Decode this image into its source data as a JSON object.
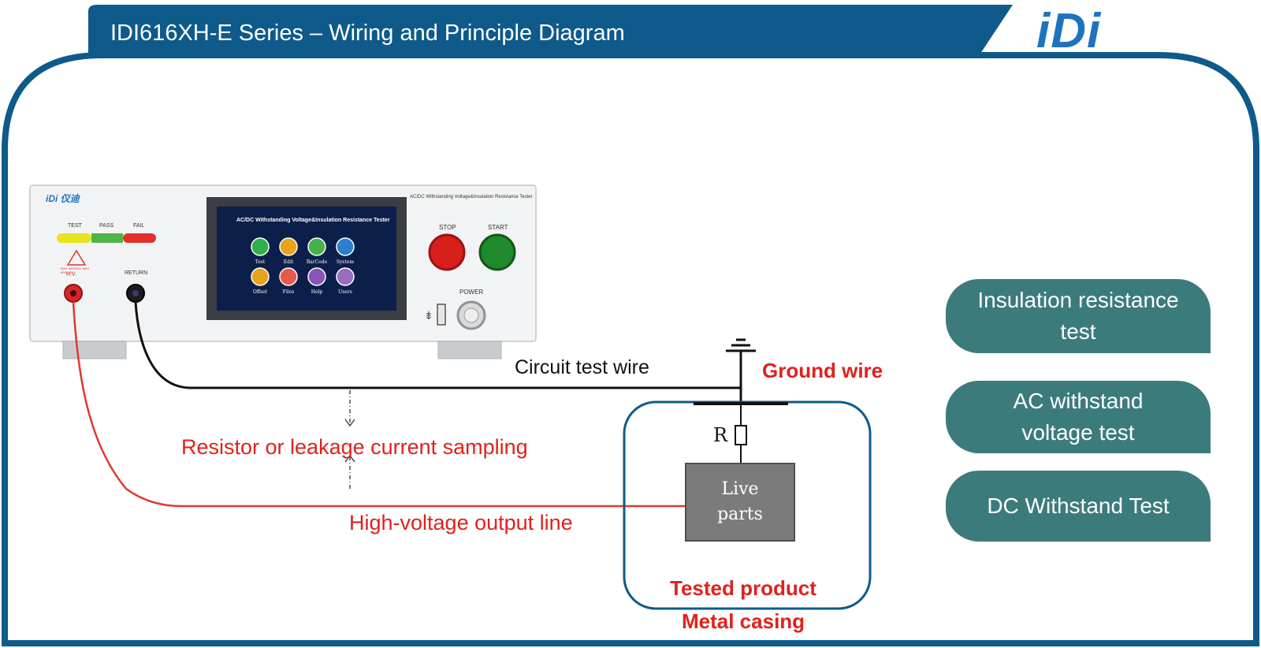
{
  "header": {
    "title": "IDI616XH-E Series – Wiring and Principle Diagram",
    "logo_text": "iDi"
  },
  "device": {
    "brand": "iDi 仪迪",
    "model_caption": "AC/DC Withstanding Voltage&Insulation Resistance Tester",
    "indicators": [
      "TEST",
      "PASS",
      "FAIL"
    ],
    "terminals": {
      "hv": "H.V.",
      "return": "RETURN"
    },
    "warning_text": "MAX 5000VAC MAX 6000VDC",
    "screen": {
      "title": "AC/DC Withstanding Voltage&Insulation Resistance Tester",
      "icons": [
        {
          "label": "Test",
          "color": "#2fae4a"
        },
        {
          "label": "Edit",
          "color": "#e8a21c"
        },
        {
          "label": "BarCode",
          "color": "#47b24a"
        },
        {
          "label": "System",
          "color": "#2a7fd0"
        },
        {
          "label": "Offset",
          "color": "#e8a21c"
        },
        {
          "label": "Files",
          "color": "#e55a4d"
        },
        {
          "label": "Help",
          "color": "#8a55b8"
        },
        {
          "label": "Users",
          "color": "#9a6cc0"
        }
      ]
    },
    "buttons": {
      "stop": "STOP",
      "start": "START",
      "power": "POWER"
    }
  },
  "diagram": {
    "circuit_wire": "Circuit test wire",
    "ground_wire": "Ground wire",
    "sampling": "Resistor or leakage current sampling",
    "hv_line": "High-voltage output line",
    "resistor": "R",
    "live_parts_line1": "Live",
    "live_parts_line2": "parts",
    "tested_product": "Tested product",
    "metal_casing": "Metal casing"
  },
  "tests": [
    {
      "line1": "Insulation resistance",
      "line2": "test"
    },
    {
      "line1": "AC withstand",
      "line2": "voltage test"
    },
    {
      "line1": "DC Withstand Test",
      "line2": ""
    }
  ],
  "colors": {
    "frame": "#0e5a8a",
    "tab": "#3c7b7b",
    "accent_red": "#e0211d",
    "logo_blue": "#1e73be"
  }
}
